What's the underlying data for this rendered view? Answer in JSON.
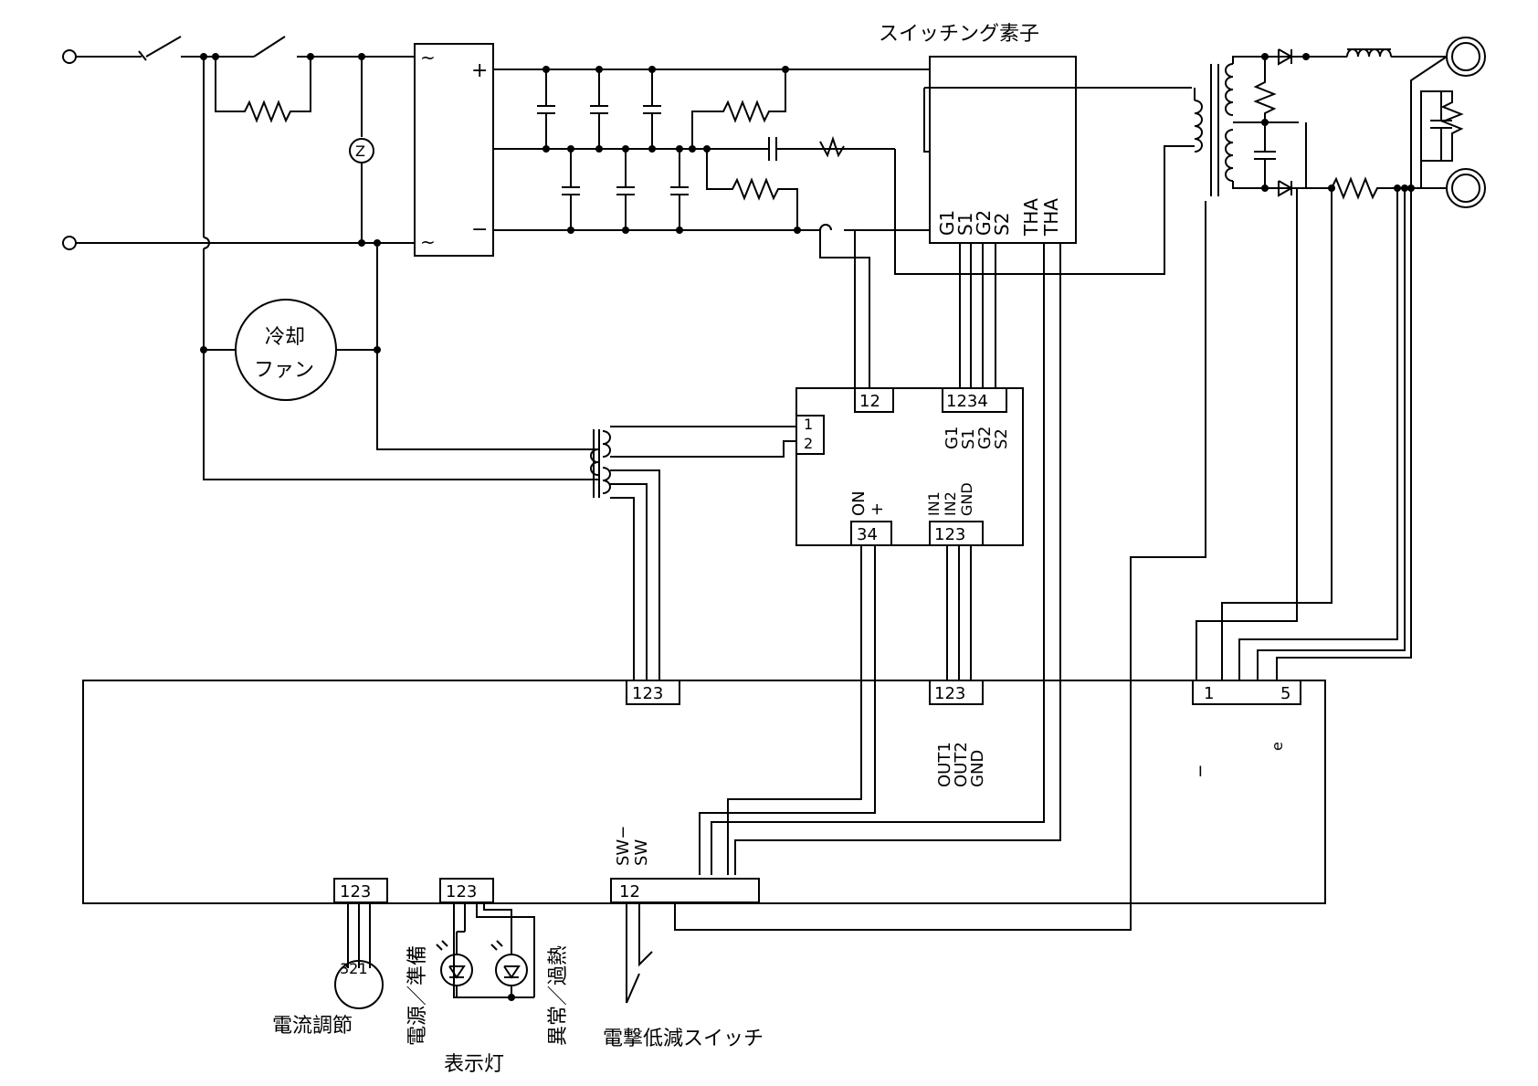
{
  "labels": {
    "switching_element": "スイッチング素子",
    "cooling_fan_line1": "冷却",
    "cooling_fan_line2": "ファン",
    "current_adjust": "電流調節",
    "indicator_lamp": "表示灯",
    "power_ready": "電源／準備",
    "abnormal_overheat": "異常／過熱",
    "shock_reduce_switch": "電撃低減スイッチ",
    "sw_minus": "SW−",
    "sw": "SW",
    "plus": "+",
    "minus": "−",
    "ac_tilde": "~",
    "varistor": "Z",
    "out1": "OUT1",
    "out2": "OUT2",
    "gnd": "GND",
    "in1": "IN1",
    "in2": "IN2",
    "gnd_in": "GND",
    "on": "ON",
    "plus_pin": "+",
    "g1": "G1",
    "s1": "S1",
    "g2": "G2",
    "s2": "S2",
    "tha1": "THA",
    "tha2": "THA",
    "letter_l": "I",
    "letter_e": "e",
    "pot_pins": "321"
  },
  "connectors": {
    "drv_top_12": "12",
    "drv_top_1234": "1234",
    "drv_side_1": "1",
    "drv_side_2": "2",
    "drv_bot_34": "34",
    "drv_bot_123": "123",
    "main_top_123_a": "123",
    "main_top_123_b": "123",
    "main_top_1": "1",
    "main_top_5": "5",
    "main_bot_123_a": "123",
    "main_bot_123_b": "123",
    "main_bot_12": "12"
  }
}
